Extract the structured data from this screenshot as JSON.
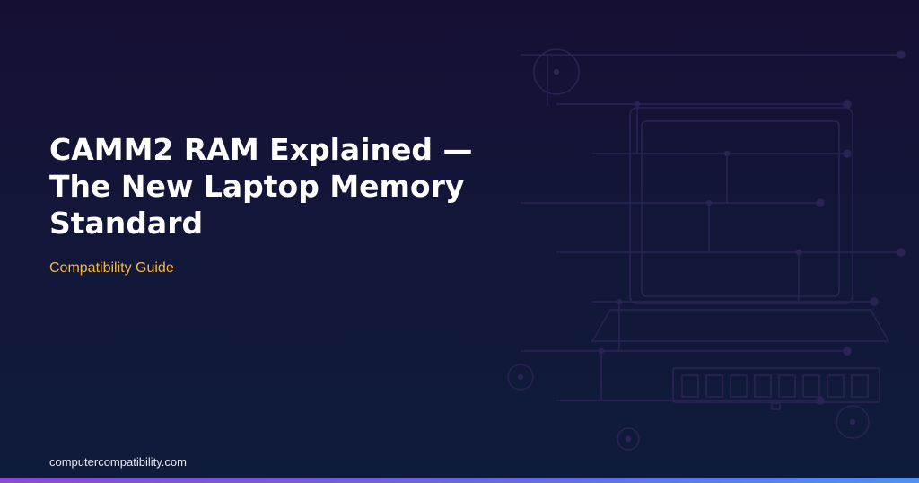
{
  "title": "CAMM2 RAM Explained — The New Laptop Memory Standard",
  "subtitle": "Compatibility Guide",
  "site": "computercompatibility.com",
  "colors": {
    "accent": "#f2b84b",
    "line": "#2b2456",
    "bar_start": "#8a4bd0",
    "bar_end": "#4d91f2"
  }
}
